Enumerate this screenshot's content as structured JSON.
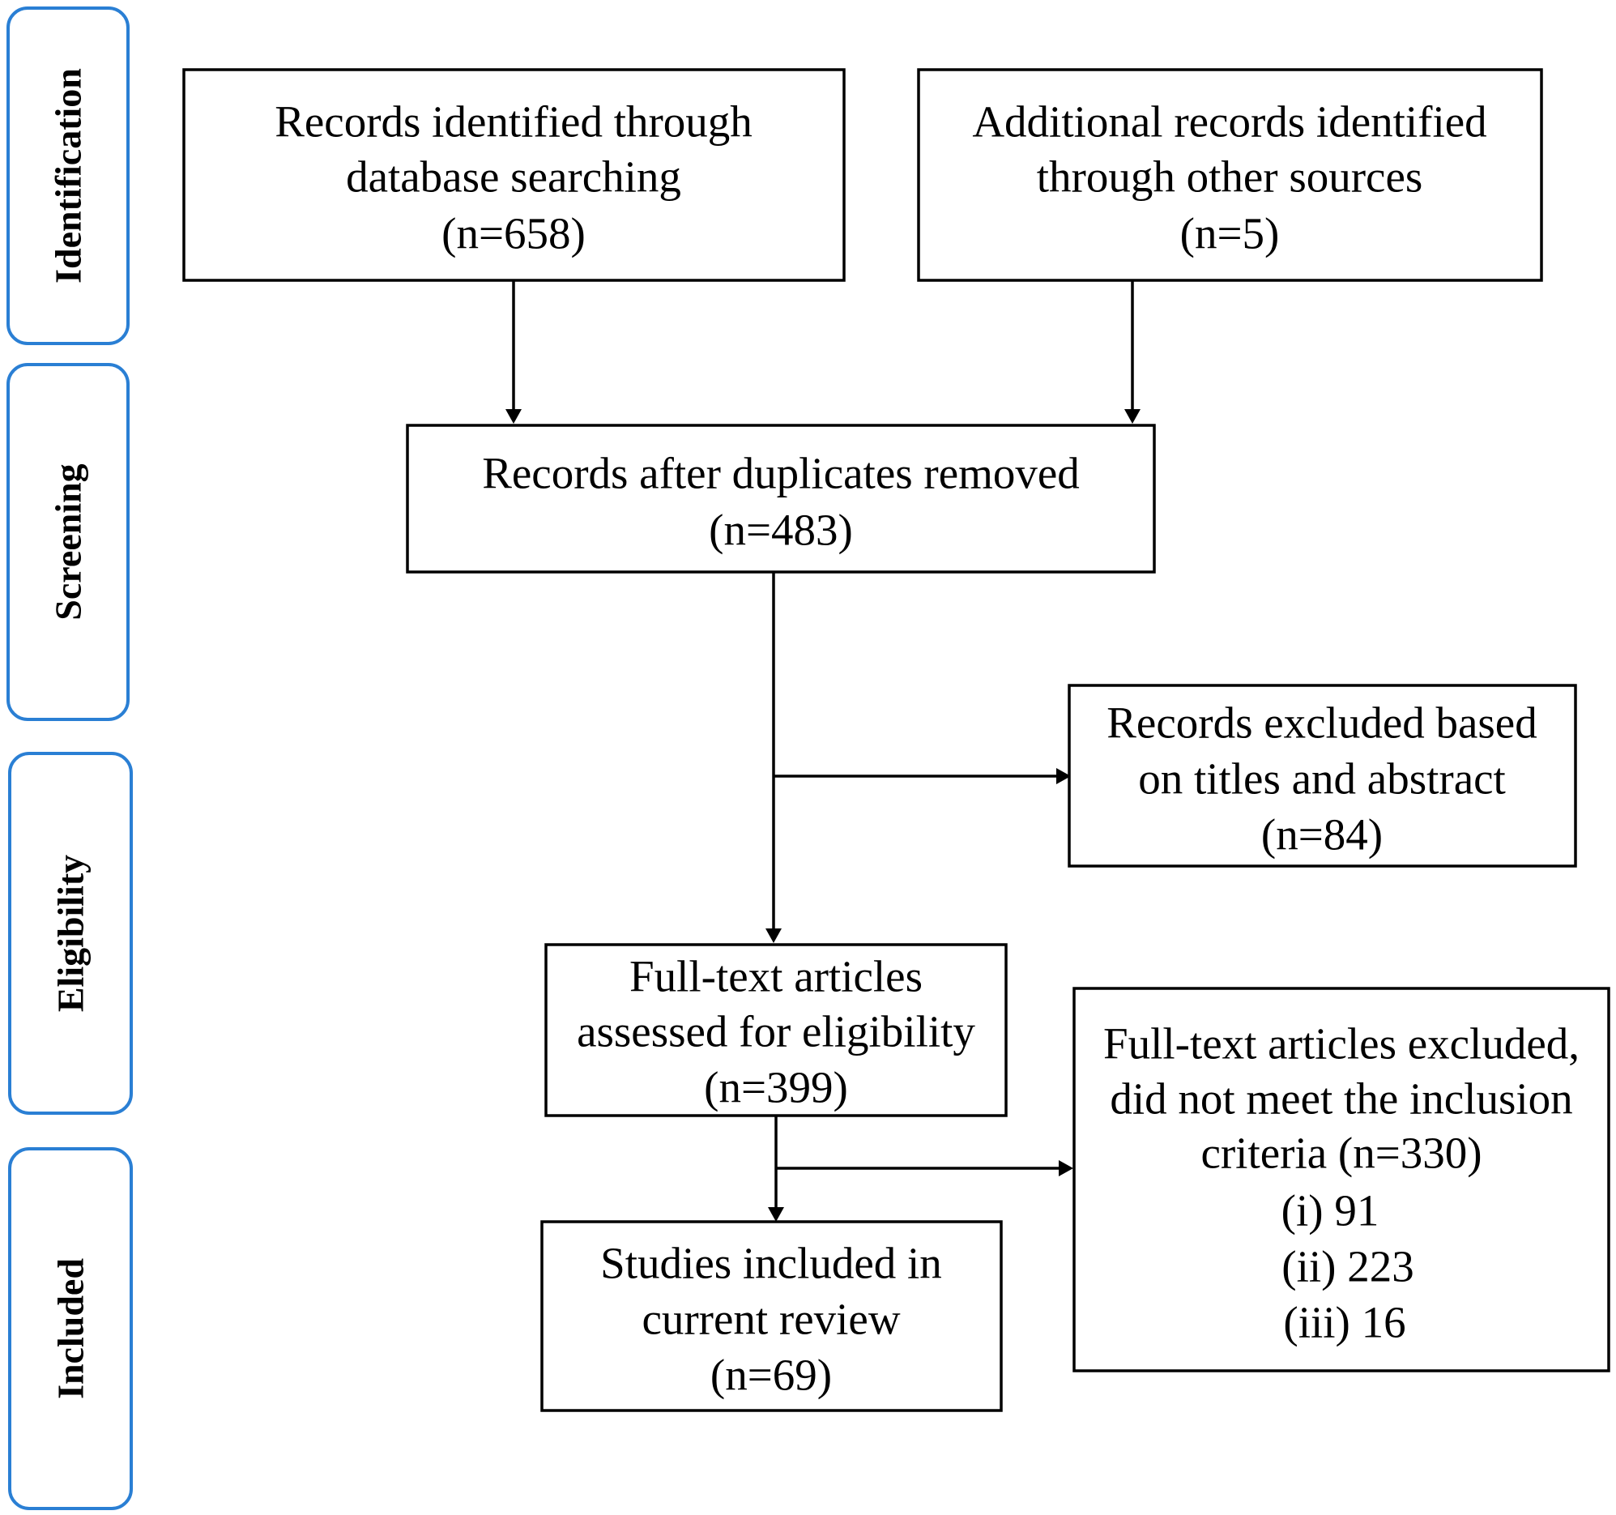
{
  "colors": {
    "stage_border": "#2a7fd4",
    "box_border": "#000000",
    "text": "#000000"
  },
  "stages": [
    {
      "label": "Identification"
    },
    {
      "label": "Screening"
    },
    {
      "label": "Eligibility"
    },
    {
      "label": "Included"
    }
  ],
  "boxes": {
    "database": [
      "Records identified through",
      "database searching",
      "(n=658)"
    ],
    "other_sources": [
      "Additional records identified",
      "through other sources",
      "(n=5)"
    ],
    "after_duplicates": [
      "Records after duplicates removed",
      "(n=483)"
    ],
    "excluded_titles": [
      "Records excluded based",
      "on titles and abstract",
      "(n=84)"
    ],
    "full_text_assessed": [
      "Full-text articles",
      "assessed for eligibility",
      "(n=399)"
    ],
    "full_text_excluded": [
      "Full-text articles excluded,",
      "did not meet the inclusion",
      "criteria (n=330)",
      "(i) 91",
      "(ii) 223",
      "(iii) 16"
    ],
    "included": [
      "Studies included in",
      "current review",
      "(n=69)"
    ]
  }
}
